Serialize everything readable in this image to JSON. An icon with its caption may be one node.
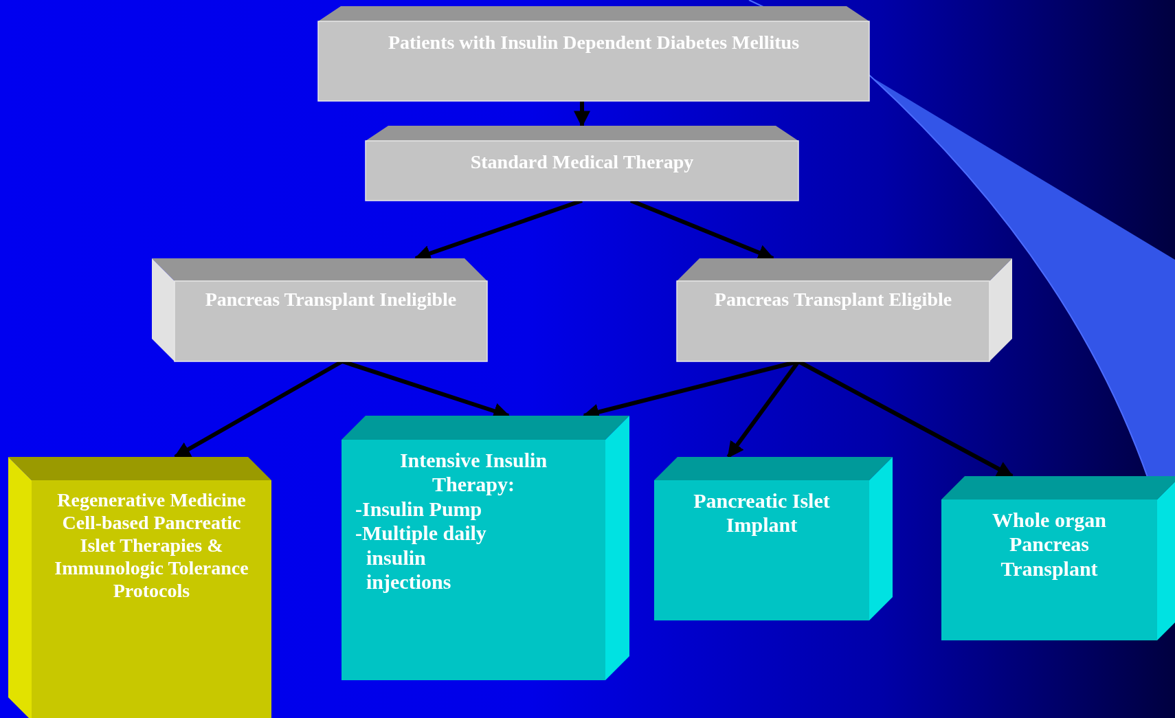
{
  "diagram": {
    "nodes": [
      {
        "text": [
          "Patients with Insulin Dependent Diabetes Mellitus"
        ]
      },
      {
        "text": [
          "Standard Medical Therapy"
        ]
      },
      {
        "text": [
          "Pancreas Transplant Ineligible"
        ]
      },
      {
        "text": [
          "Pancreas Transplant Eligible"
        ]
      },
      {
        "text": [
          "Regenerative Medicine Cell-based Pancreatic Islet Therapies & Immunologic Tolerance Protocols"
        ]
      },
      {
        "text": [
          "Intensive Insulin Therapy:",
          "-Insulin Pump",
          "-Multiple daily insulin injections"
        ]
      },
      {
        "text": [
          "Pancreatic Islet Implant"
        ]
      },
      {
        "text": [
          "Whole organ Pancreas Transplant"
        ]
      }
    ],
    "edges": [
      {
        "from": 0,
        "to": 1,
        "arrow": "to"
      },
      {
        "from": 1,
        "to": 2,
        "arrow": "to"
      },
      {
        "from": 1,
        "to": 3,
        "arrow": "to"
      },
      {
        "from": 2,
        "to": 4,
        "arrow": "to"
      },
      {
        "from": 2,
        "to": 5,
        "arrow": "to"
      },
      {
        "from": 3,
        "to": 5,
        "arrow": "to"
      },
      {
        "from": 3,
        "to": 6,
        "arrow": "to"
      },
      {
        "from": 3,
        "to": 7,
        "arrow": "to"
      }
    ]
  }
}
